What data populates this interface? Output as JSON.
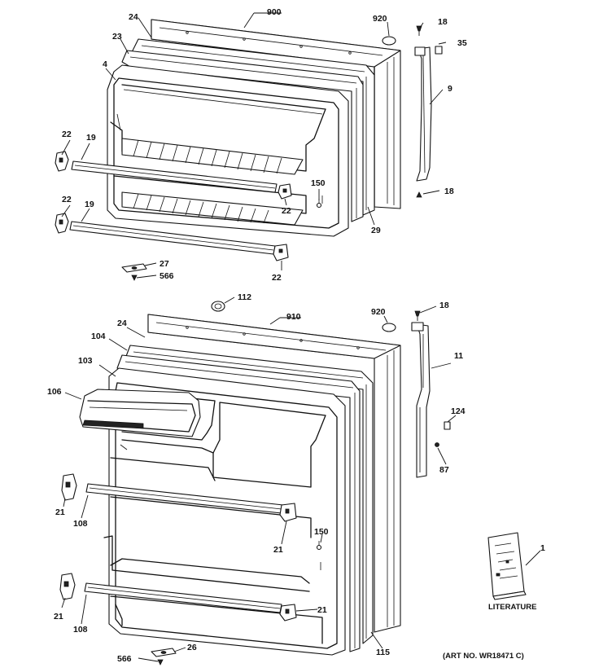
{
  "diagram": {
    "labels": {
      "top_900": "900",
      "top_920": "920",
      "top_18a": "18",
      "top_35": "35",
      "top_24": "24",
      "top_23": "23",
      "top_4": "4",
      "top_9": "9",
      "top_22a": "22",
      "top_19a": "19",
      "top_150": "150",
      "top_18b": "18",
      "top_22b": "22",
      "top_19b": "19",
      "top_22c": "22",
      "top_29": "29",
      "top_22d": "22",
      "top_27": "27",
      "top_566": "566",
      "bot_112": "112",
      "bot_910": "910",
      "bot_920": "920",
      "bot_18": "18",
      "bot_24": "24",
      "bot_104": "104",
      "bot_103": "103",
      "bot_11": "11",
      "bot_106": "106",
      "bot_124": "124",
      "bot_87": "87",
      "bot_21a": "21",
      "bot_108a": "108",
      "bot_21b": "21",
      "bot_150": "150",
      "bot_1": "1",
      "bot_21c": "21",
      "bot_108b": "108",
      "bot_21d": "21",
      "bot_566": "566",
      "bot_26": "26",
      "bot_115": "115"
    },
    "literature_caption": "LITERATURE",
    "art_number": "(ART NO. WR18471 C)"
  }
}
